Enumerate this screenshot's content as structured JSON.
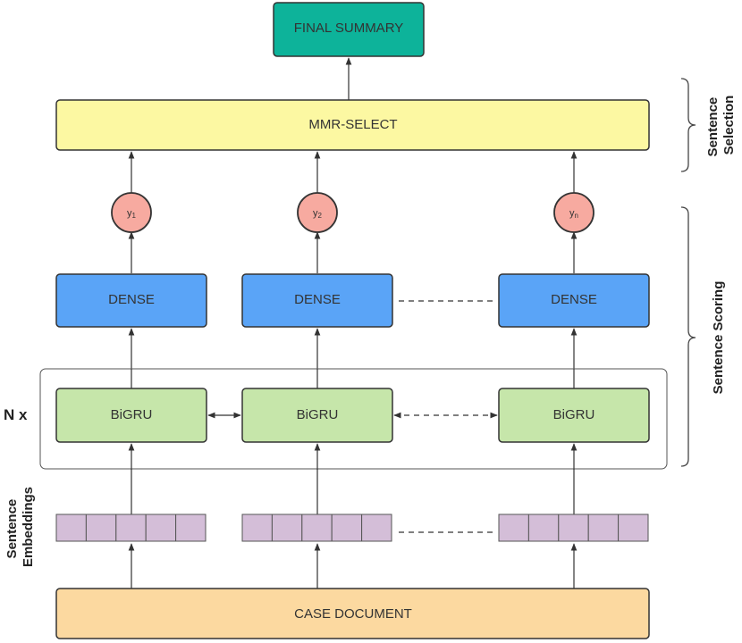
{
  "colors": {
    "final_summary": "#0db39a",
    "mmr_select": "#fcf8a2",
    "dense": "#5aa4f7",
    "bigru": "#c6e6aa",
    "y_node": "#f7aaa0",
    "embedding": "#d4bed8",
    "case_document": "#fcd9a0",
    "stroke": "#333333"
  },
  "boxes": {
    "final_summary": "FINAL SUMMARY",
    "mmr_select": "MMR-SELECT",
    "dense": [
      "DENSE",
      "DENSE",
      "DENSE"
    ],
    "bigru": [
      "BiGRU",
      "BiGRU",
      "BiGRU"
    ],
    "case_document": "CASE DOCUMENT"
  },
  "outputs": [
    {
      "base": "y",
      "sub": "1"
    },
    {
      "base": "y",
      "sub": "2"
    },
    {
      "base": "y",
      "sub": "n"
    }
  ],
  "labels": {
    "repeat": "N x",
    "embeddings_line1": "Sentence",
    "embeddings_line2": "Embeddings",
    "selection_line1": "Sentence",
    "selection_line2": "Selection",
    "scoring": "Sentence Scoring"
  },
  "embedding_cells_per_group": 5
}
